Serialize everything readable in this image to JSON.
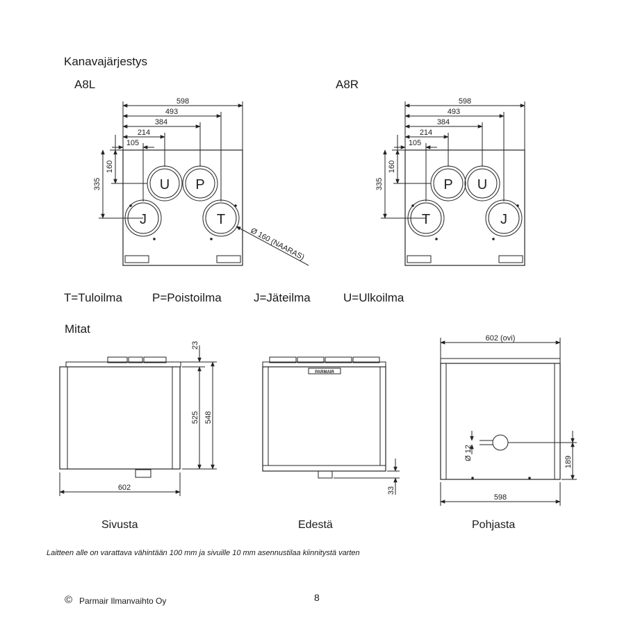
{
  "headings": {
    "duct_layout": "Kanavajärjestys",
    "left_model": "A8L",
    "right_model": "A8R",
    "dimensions": "Mitat"
  },
  "dims_top": {
    "d598": "598",
    "d493": "493",
    "d384": "384",
    "d214": "214",
    "d105": "105",
    "d160": "160",
    "d335": "335"
  },
  "diameter_label": "Ø 160 (NAARAS)",
  "ports": {
    "T": "T",
    "P": "P",
    "J": "J",
    "U": "U"
  },
  "legend": {
    "t": "T=Tuloilma",
    "p": "P=Poistoilma",
    "j": "J=Jäteilma",
    "u": "U=Ulkoilma"
  },
  "side_view": {
    "d23": "23",
    "d525": "525",
    "d548": "548",
    "d602": "602",
    "caption": "Sivusta"
  },
  "front_view": {
    "d33": "33",
    "logo": "PARMAIR",
    "caption": "Edestä"
  },
  "bottom_view": {
    "d602ovi": "602 (ovi)",
    "d598": "598",
    "d189": "189",
    "d12": "Ø 12",
    "caption": "Pohjasta"
  },
  "note": "Laitteen alle on varattava vähintään 100 mm ja sivuille 10 mm asennustilaa kiinnitystä varten",
  "footer": {
    "copyright_symbol": "©",
    "company": "Parmair Ilmanvaihto Oy",
    "page_number": "8"
  }
}
